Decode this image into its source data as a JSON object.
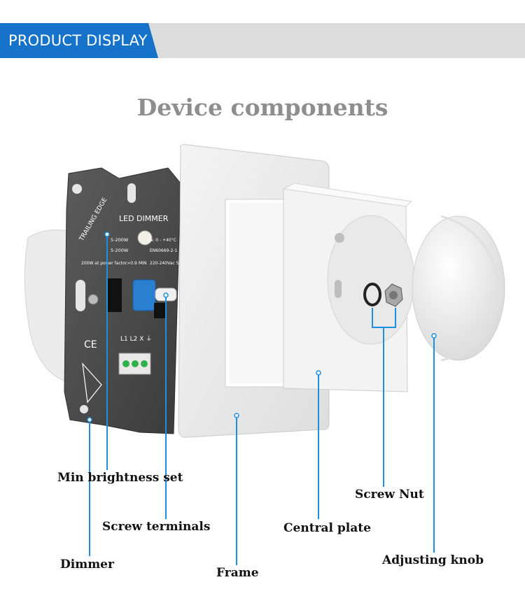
{
  "banner": {
    "label": "PRODUCT DISPLAY",
    "accent_color": "#1673c9"
  },
  "heading": "Device components",
  "dimmer_print": {
    "brand": "LED DIMMER",
    "edge": "TRAILING EDGE",
    "line1": "5-200W",
    "line2": "5-200W",
    "line3": "200W at power factor>0.9",
    "temp": "Ta: 0 - +40°C",
    "standard": "EN60669-2-1",
    "voltage": "220-240Vac 50",
    "min": "MIN",
    "terminals": "L1  L2  X  ⏚",
    "ce": "CE"
  },
  "labels": {
    "min_brightness": "Min brightness set",
    "screw_terminals": "Screw terminals",
    "dimmer": "Dimmer",
    "frame": "Frame",
    "central_plate": "Central plate",
    "screw_nut": "Screw Nut",
    "adjusting_knob": "Adjusting knob"
  }
}
